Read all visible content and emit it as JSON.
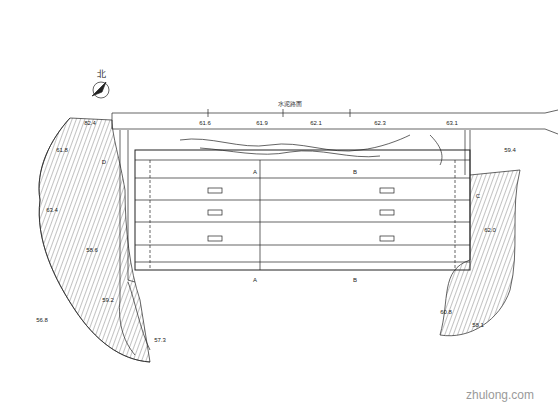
{
  "diagram": {
    "labels": [
      "北",
      "水泥路面",
      "A",
      "A",
      "B",
      "B",
      "C",
      "D",
      "82.4",
      "61.6",
      "61.9",
      "62.1",
      "62.3",
      "63.1",
      "61.8",
      "63.4",
      "62.0",
      "60.8",
      "58.6",
      "59.2",
      "57.3",
      "56.8",
      "58.1",
      "59.4",
      "zhulong.com"
    ]
  }
}
